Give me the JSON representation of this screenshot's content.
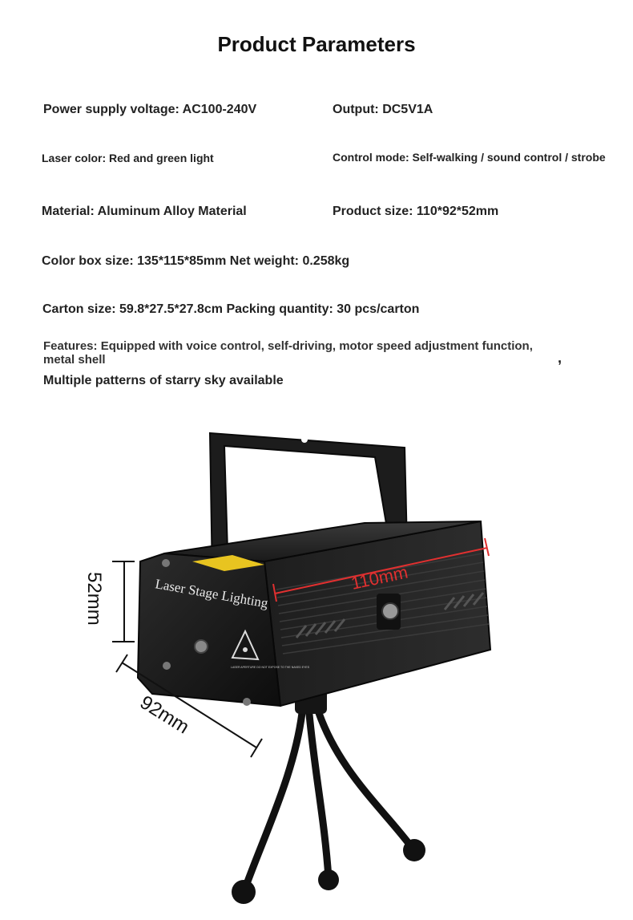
{
  "title": "Product Parameters",
  "params": {
    "voltage": "Power supply voltage: AC100-240V",
    "output": "Output: DC5V1A",
    "laser_color": "Laser color: Red and green light",
    "control_mode": "Control mode: Self-walking / sound control / strobe",
    "material": "Material: Aluminum Alloy Material",
    "product_size": "Product size: 110*92*52mm",
    "color_box": "Color box size: 135*115*85mm Net weight: 0.258kg",
    "carton": "Carton size: 59.8*27.5*27.8cm Packing quantity: 30 pcs/carton"
  },
  "features": {
    "line1": "Features: Equipped with voice control, self-driving, motor speed adjustment function, metal shell",
    "punct": ",",
    "line2": "Multiple patterns of starry sky available"
  },
  "product": {
    "brand_text": "Laser Stage Lighting",
    "warning_text": "LASER APERTURE DO NOT EXPOSE TO THE NAKED EYES",
    "dim_length": "110mm",
    "dim_height": "52mm",
    "dim_depth": "92mm",
    "dim_color": "#e03030"
  }
}
